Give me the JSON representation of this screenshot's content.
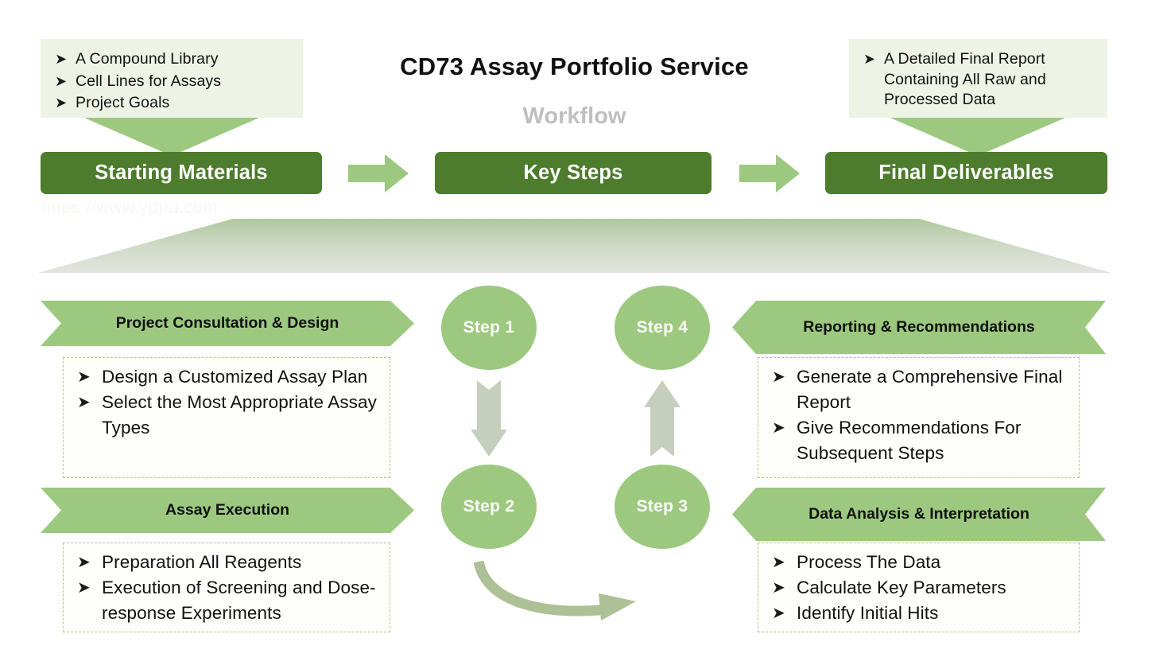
{
  "title": {
    "main": "CD73 Assay Portfolio Service",
    "sub": "Workflow"
  },
  "watermark": "https://www.yppu.com",
  "colors": {
    "dark_green": "#4C7C2C",
    "mid_green": "#9CC97F",
    "light_panel": "#EDF4E6",
    "arrow_grey_green": "#C4CEBB",
    "dash_border": "#C3BE8A",
    "subtitle_grey": "#BFBFBF"
  },
  "top": {
    "inputs_panel": {
      "items": [
        "A Compound Library",
        "Cell Lines for Assays",
        "Project Goals"
      ]
    },
    "outputs_panel": {
      "items": [
        "A Detailed Final Report Containing All Raw and Processed Data"
      ]
    },
    "stages": [
      {
        "label": "Starting Materials"
      },
      {
        "label": "Key Steps"
      },
      {
        "label": "Final Deliverables"
      }
    ]
  },
  "steps": {
    "circles": [
      {
        "label": "Step 1"
      },
      {
        "label": "Step 2"
      },
      {
        "label": "Step 3"
      },
      {
        "label": "Step 4"
      }
    ],
    "sections": [
      {
        "id": "project-consultation-and-design",
        "header": "Project Consultation & Design",
        "items": [
          "Design a Customized Assay Plan",
          "Select the Most Appropriate Assay Types"
        ]
      },
      {
        "id": "assay-execution",
        "header": "Assay Execution",
        "items": [
          "Preparation All Reagents",
          "Execution of Screening and Dose-response Experiments"
        ]
      },
      {
        "id": "reporting-and-recommendations",
        "header": "Reporting & Recommendations",
        "items": [
          "Generate a Comprehensive Final Report",
          "Give Recommendations For Subsequent Steps"
        ]
      },
      {
        "id": "data-analysis-and-interpretation",
        "header": "Data Analysis & Interpretation",
        "items": [
          "Process The Data",
          "Calculate Key Parameters",
          "Identify Initial Hits"
        ]
      }
    ]
  },
  "icons": {
    "bullet": "➤",
    "arrow_right": "right-arrow-icon",
    "arrow_down": "down-arrow-icon",
    "arrow_up": "up-arrow-icon",
    "arrow_curve": "curved-arrow-icon"
  }
}
